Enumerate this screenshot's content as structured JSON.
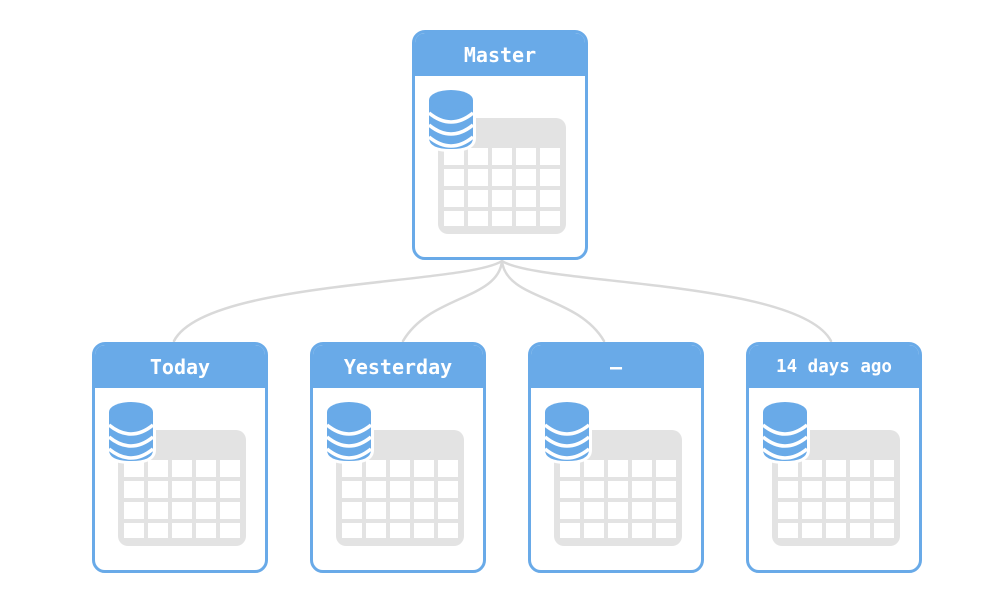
{
  "diagram": {
    "background_color": "#ffffff",
    "accent_color": "#69aae8",
    "node_fill_color": "#ffffff",
    "calendar_color": "#e3e3e3",
    "connector_color": "#d9d9d9",
    "label_color": "#ffffff",
    "master": {
      "label": "Master"
    },
    "children": [
      {
        "label": "Today"
      },
      {
        "label": "Yesterday"
      },
      {
        "label": "–"
      },
      {
        "label": "14 days ago"
      }
    ]
  }
}
